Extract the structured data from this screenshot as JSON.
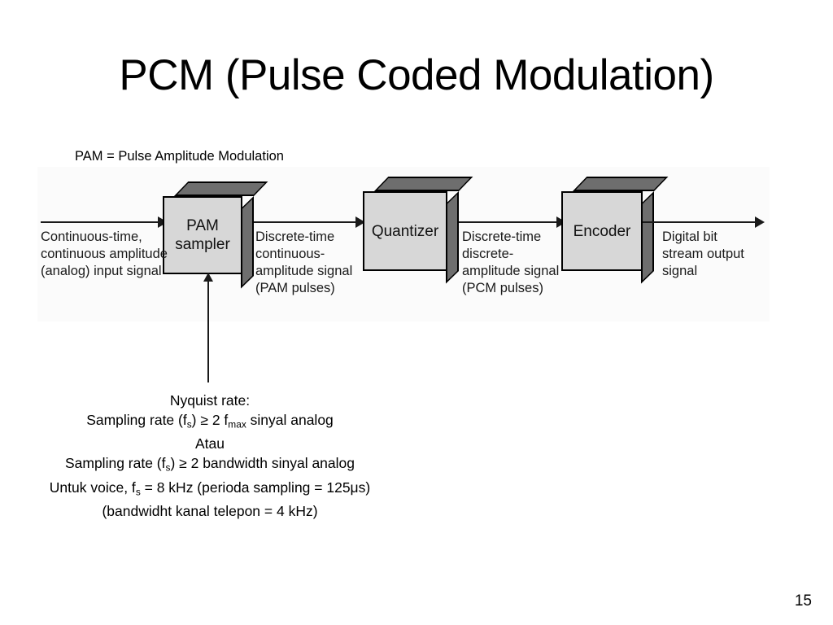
{
  "slide": {
    "title": "PCM (Pulse Coded Modulation)",
    "page_number": "15",
    "legend": "PAM = Pulse Amplitude Modulation"
  },
  "diagram": {
    "blocks": [
      {
        "id": "pam-sampler",
        "line1": "PAM",
        "line2": "sampler"
      },
      {
        "id": "quantizer",
        "line1": "Quantizer",
        "line2": ""
      },
      {
        "id": "encoder",
        "line1": "Encoder",
        "line2": ""
      }
    ],
    "captions": {
      "input": "Continuous-time,\ncontinuous amplitude\n(analog) input signal",
      "input_lines": [
        "Continuous-time,",
        "continuous amplitude",
        "(analog) input signal"
      ],
      "after_sampler_lines": [
        "Discrete-time",
        "continuous-",
        "amplitude signal",
        "(PAM pulses)"
      ],
      "after_quantizer_lines": [
        "Discrete-time",
        "discrete-",
        "amplitude signal",
        "(PCM pulses)"
      ],
      "output_lines": [
        "Digital bit",
        "stream output",
        "signal"
      ]
    }
  },
  "nyquist": {
    "heading": "Nyquist rate:",
    "line_sampling_fmax_pre": "Sampling rate (f",
    "line_sampling_fmax_sub": "s",
    "line_sampling_fmax_mid": ") ≥ 2 f",
    "line_sampling_fmax_sub2": "max",
    "line_sampling_fmax_post": " sinyal analog",
    "atau": "Atau",
    "line_sampling_bw_pre": "Sampling rate (f",
    "line_sampling_bw_sub": "s",
    "line_sampling_bw_post": ") ≥ 2 bandwidth sinyal analog",
    "line_voice_pre": "Untuk voice, f",
    "line_voice_sub": "s",
    "line_voice_post": " = 8 kHz (perioda sampling = 125μs)",
    "line_bandwidth": "(bandwidht kanal telepon = 4 kHz)"
  },
  "colors": {
    "box_front": "#d7d7d7",
    "box_shade": "#6e6e6e",
    "outline": "#000000",
    "wire": "#1a1a1a",
    "background": "#ffffff",
    "diagram_background": "#fbfbfb"
  }
}
